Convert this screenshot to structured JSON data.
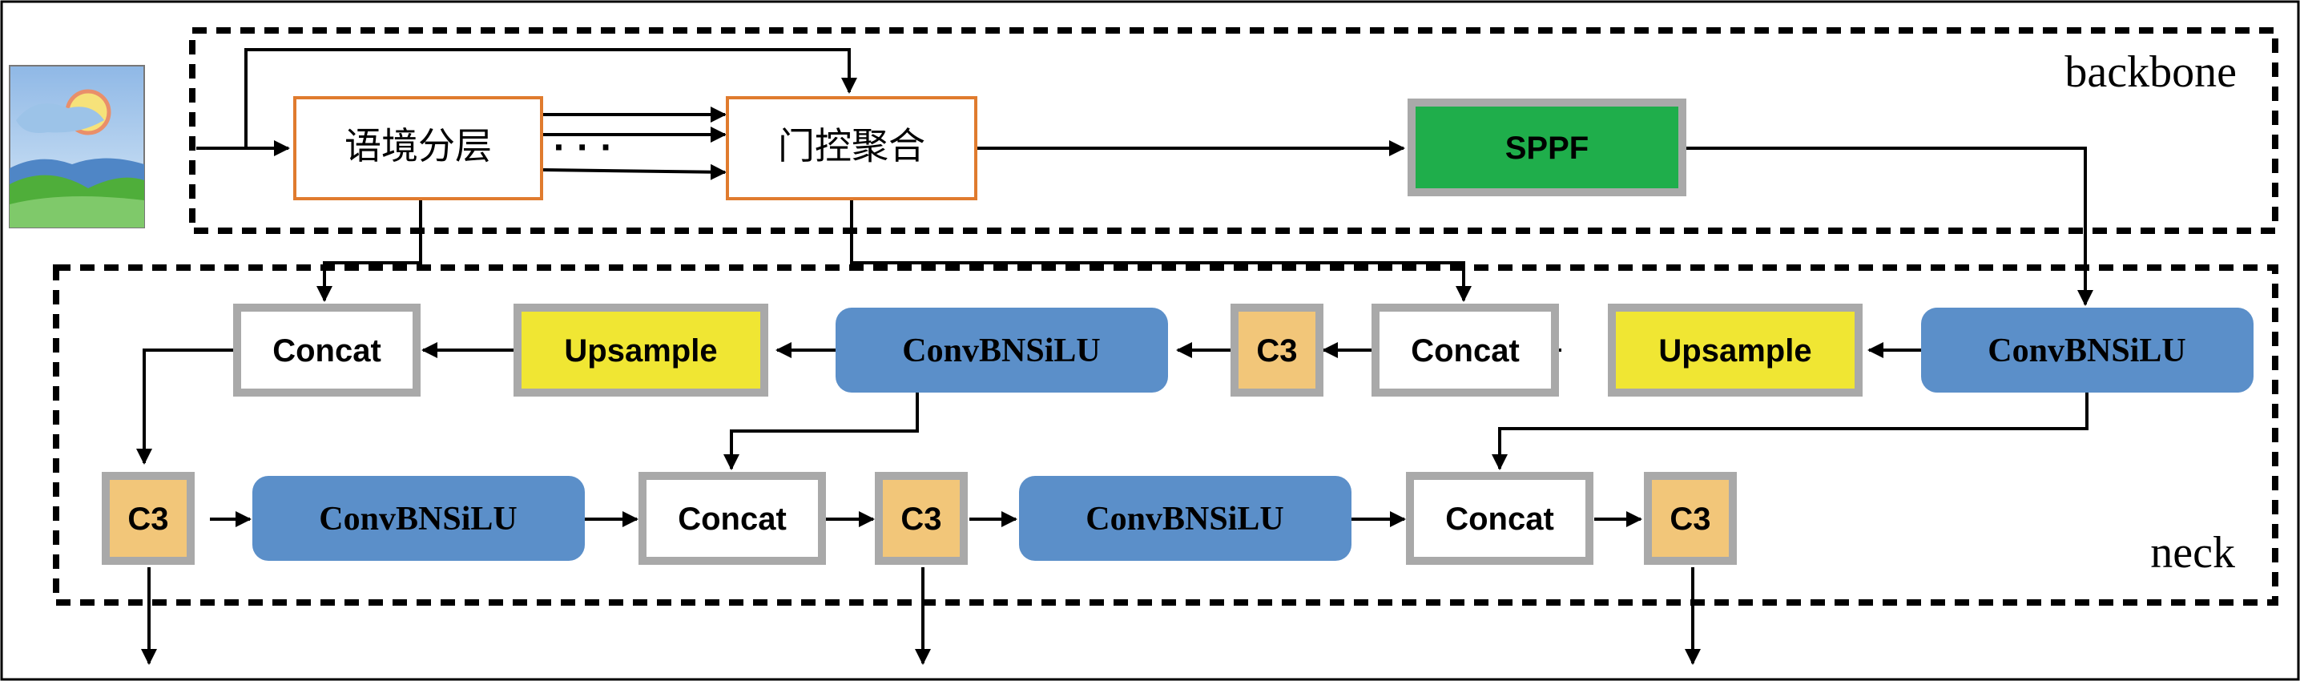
{
  "regions": {
    "backbone_label": "backbone",
    "neck_label": "neck"
  },
  "backbone": {
    "layered": "语境分层",
    "ellipsis": "· · ·",
    "gated": "门控聚合",
    "sppf": "SPPF"
  },
  "neck": {
    "row1": [
      "Concat",
      "Upsample",
      "ConvBNSiLU",
      "C3",
      "Concat",
      "Upsample",
      "ConvBNSiLU"
    ],
    "row2": [
      "C3",
      "ConvBNSiLU",
      "Concat",
      "C3",
      "ConvBNSiLU",
      "Concat",
      "C3"
    ]
  },
  "colors": {
    "conv": "#5b8fc9",
    "upsample": "#f0e633",
    "c3": "#f2c679",
    "sppf": "#1fae4b",
    "module_border": "#a9a9a9",
    "backbone_border": "#e07b2e"
  },
  "icons": {
    "input_image": "landscape-image-icon"
  }
}
